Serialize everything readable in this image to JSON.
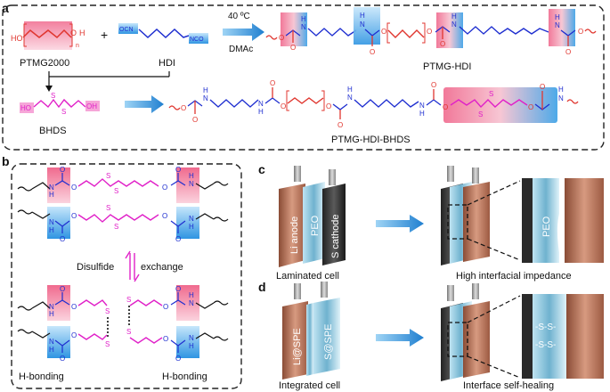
{
  "panels": {
    "a": {
      "label": "a",
      "ptmg2000": "PTMG2000",
      "hdi": "HDI",
      "plus": "+",
      "ho_left": "HO",
      "h_right": "H",
      "n_sub": "n",
      "ocn": "OCN",
      "nco": "NCO",
      "temp": "40 ºC",
      "solvent": "DMAc",
      "ptmg_hdi": "PTMG-HDI",
      "bhds": "BHDS",
      "bhds_ho": "HO",
      "bhds_oh": "OH",
      "bhds_s1": "S",
      "bhds_s2": "S",
      "ptmg_hdi_bhds": "PTMG-HDI-BHDS",
      "atom_o": "O",
      "atom_h": "H",
      "atom_n": "N",
      "atom_s": "S"
    },
    "b": {
      "label": "b",
      "disulfide": "Disulfide",
      "exchange": "exchange",
      "hbond_left": "H-bonding",
      "hbond_right": "H-bonding",
      "atom_o": "O",
      "atom_h": "H",
      "atom_n": "N",
      "atom_s": "S"
    },
    "c": {
      "label": "c",
      "li_anode": "Li anode",
      "peo": "PEO",
      "s_cathode": "S cathode",
      "laminated_cell": "Laminated cell",
      "high_impedance": "High interfacial impedance",
      "peo_zoom": "PEO"
    },
    "d": {
      "label": "d",
      "li_spe": "Li@SPE",
      "s_spe": "S@SPE",
      "integrated_cell": "Integrated cell",
      "self_healing": "Interface self-healing",
      "ss_top": "-S-S-",
      "ss_bottom": "-S-S-"
    }
  },
  "colors": {
    "chain_red": "#e0362f",
    "chain_blue": "#1f2fd0",
    "chain_magenta": "#e020c8",
    "highlight_pink": "#f07a9a",
    "highlight_blue": "#3aa0e6",
    "arrow_blue": "#2f8fd8",
    "copper": "#b9745a",
    "cathode_gray": "#3a3a3a"
  }
}
